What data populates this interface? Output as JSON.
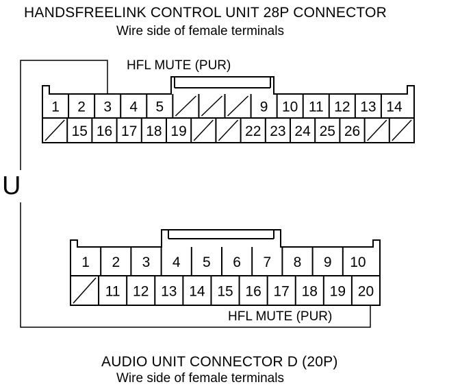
{
  "top_connector": {
    "title": "HANDSFREELINK CONTROL UNIT 28P CONNECTOR",
    "subtitle": "Wire side of female terminals",
    "tab_label": "HFL MUTE (PUR)",
    "row1": [
      "1",
      "2",
      "3",
      "4",
      "5",
      "",
      "",
      "",
      "9",
      "10",
      "11",
      "12",
      "13",
      "14"
    ],
    "row2": [
      "",
      "15",
      "16",
      "17",
      "18",
      "19",
      "",
      "",
      "22",
      "23",
      "24",
      "25",
      "26",
      "",
      ""
    ]
  },
  "bottom_connector": {
    "title": "AUDIO UNIT CONNECTOR D (20P)",
    "subtitle": "Wire side of female terminals",
    "wire_label": "HFL MUTE (PUR)",
    "row1": [
      "1",
      "2",
      "3",
      "4",
      "5",
      "6",
      "7",
      "8",
      "9",
      "10"
    ],
    "row2": [
      "",
      "11",
      "12",
      "13",
      "14",
      "15",
      "16",
      "17",
      "18",
      "19",
      "20"
    ]
  },
  "link_symbol": "U"
}
